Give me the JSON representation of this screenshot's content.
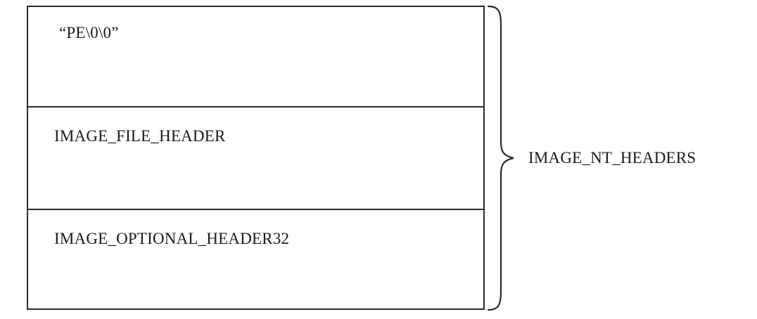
{
  "diagram": {
    "sections": [
      {
        "label": "“PE\\0\\0”"
      },
      {
        "label": "IMAGE_FILE_HEADER"
      },
      {
        "label": "IMAGE_OPTIONAL_HEADER32"
      }
    ],
    "group_label": "IMAGE_NT_HEADERS",
    "colors": {
      "line": "#2a2a2a",
      "text": "#1a1a1a",
      "background": "#ffffff"
    }
  }
}
